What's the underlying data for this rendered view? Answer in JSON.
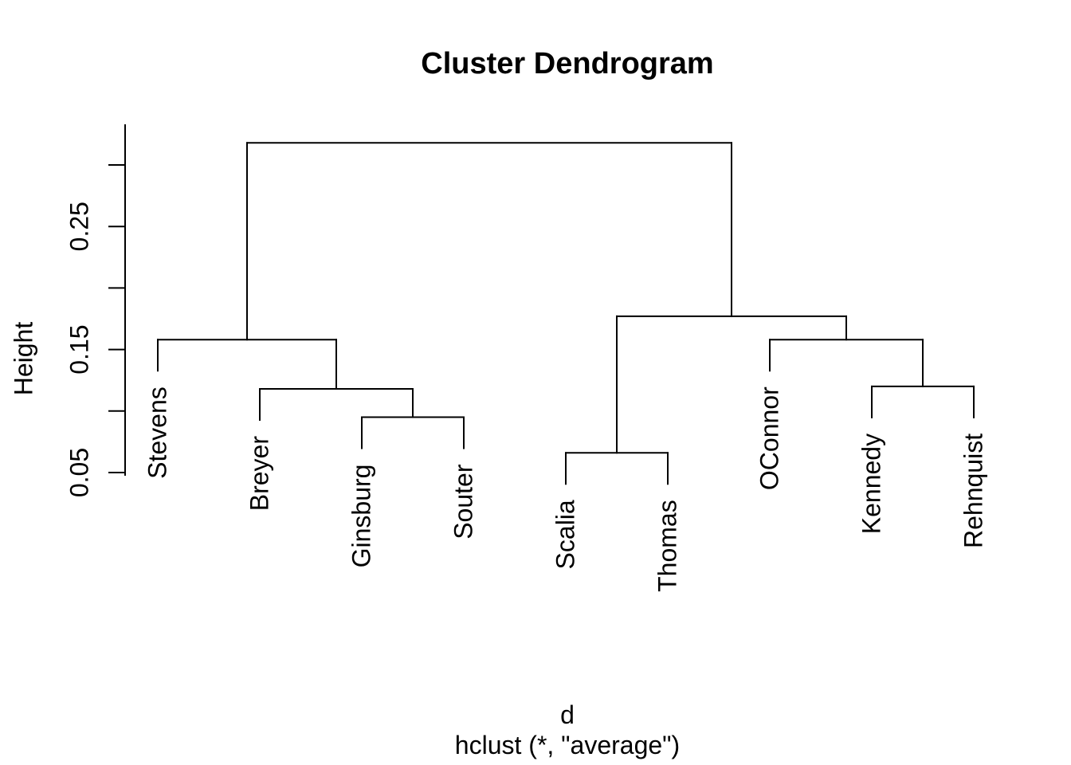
{
  "title": "Cluster Dendrogram",
  "y_axis": {
    "label": "Height",
    "tick_values": [
      0.05,
      0.1,
      0.15,
      0.2,
      0.25,
      0.3
    ],
    "labeled_ticks": [
      {
        "value": 0.05,
        "text": "0.05"
      },
      {
        "value": 0.15,
        "text": "0.15"
      },
      {
        "value": 0.25,
        "text": "0.25"
      }
    ]
  },
  "x_caption": {
    "line1": "d",
    "line2": "hclust (*, \"average\")"
  },
  "colors": {
    "line": "#000000",
    "text": "#000000",
    "background": "#ffffff"
  },
  "chart_data": {
    "type": "dendrogram",
    "title": "Cluster Dendrogram",
    "ylabel": "Height",
    "xlabel": "d",
    "sub_caption": "hclust (*, \"average\")",
    "linkage_method": "average",
    "distance_object": "d",
    "axis_range": [
      0.05,
      0.3
    ],
    "leaves_in_display_order": [
      "Stevens",
      "Breyer",
      "Ginsburg",
      "Souter",
      "Scalia",
      "Thomas",
      "OConnor",
      "Kennedy",
      "Rehnquist"
    ],
    "merges": [
      {
        "members": [
          "Scalia",
          "Thomas"
        ],
        "height": 0.066
      },
      {
        "members": [
          "Ginsburg",
          "Souter"
        ],
        "height": 0.095
      },
      {
        "members": [
          "Breyer",
          "(Ginsburg,Souter)"
        ],
        "height": 0.118
      },
      {
        "members": [
          "Kennedy",
          "Rehnquist"
        ],
        "height": 0.12
      },
      {
        "members": [
          "Stevens",
          "(Breyer,Ginsburg,Souter)"
        ],
        "height": 0.158
      },
      {
        "members": [
          "OConnor",
          "(Kennedy,Rehnquist)"
        ],
        "height": 0.158
      },
      {
        "members": [
          "(Scalia,Thomas)",
          "(OConnor,Kennedy,Rehnquist)"
        ],
        "height": 0.177
      },
      {
        "members": [
          "(Stevens,Breyer,Ginsburg,Souter)",
          "(Scalia,Thomas,OConnor,Kennedy,Rehnquist)"
        ],
        "height": 0.318
      }
    ],
    "tree": {
      "height": 0.318,
      "children": [
        {
          "height": 0.158,
          "children": [
            {
              "leaf": "Stevens"
            },
            {
              "height": 0.118,
              "children": [
                {
                  "leaf": "Breyer"
                },
                {
                  "height": 0.095,
                  "children": [
                    {
                      "leaf": "Ginsburg"
                    },
                    {
                      "leaf": "Souter"
                    }
                  ]
                }
              ]
            }
          ]
        },
        {
          "height": 0.177,
          "children": [
            {
              "height": 0.066,
              "children": [
                {
                  "leaf": "Scalia"
                },
                {
                  "leaf": "Thomas"
                }
              ]
            },
            {
              "height": 0.158,
              "children": [
                {
                  "leaf": "OConnor"
                },
                {
                  "height": 0.12,
                  "children": [
                    {
                      "leaf": "Kennedy"
                    },
                    {
                      "leaf": "Rehnquist"
                    }
                  ]
                }
              ]
            }
          ]
        }
      ]
    }
  }
}
